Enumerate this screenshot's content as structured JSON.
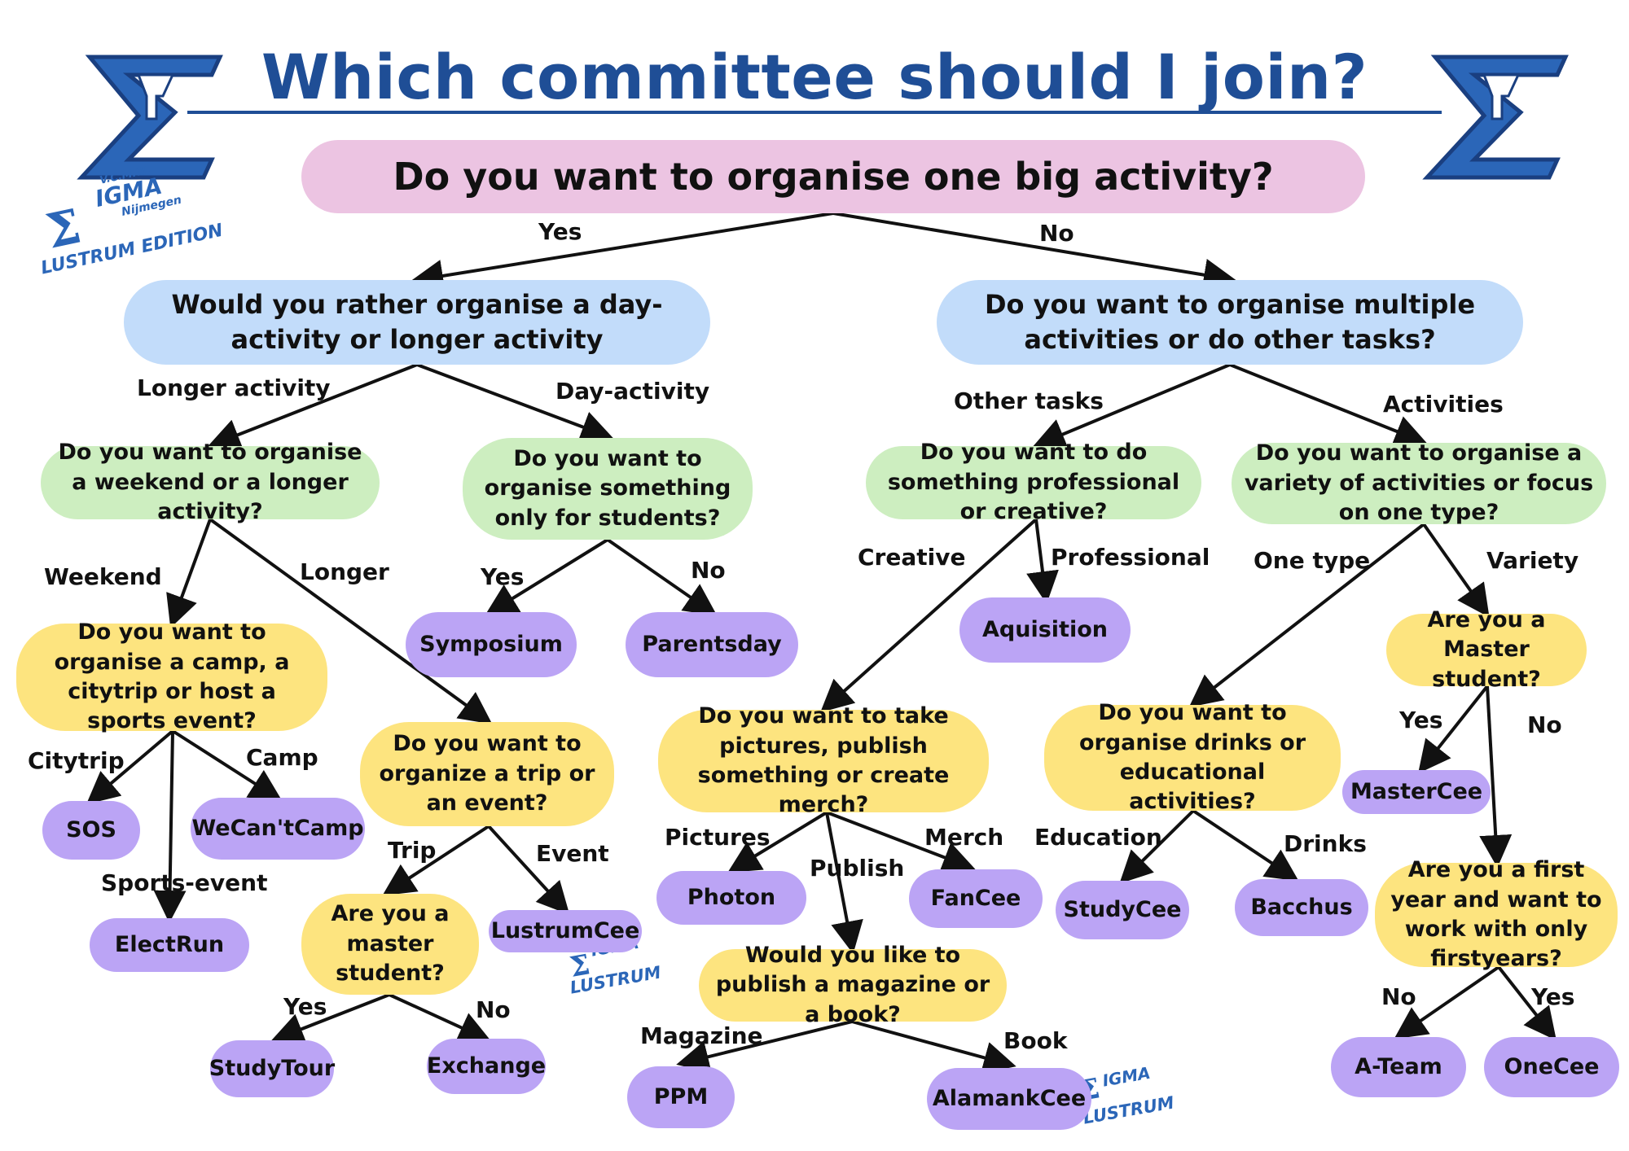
{
  "title": "Which committee should I join?",
  "colors": {
    "title": "#1f4e96",
    "logo_blue": "#2b66b8",
    "logo_dark": "#1a3f80",
    "pink": "#ecc4e2",
    "blue": "#c2dcfa",
    "green": "#cdeec0",
    "yellow": "#fde47f",
    "purple": "#bba4f5",
    "line": "#111111"
  },
  "logos": {
    "small": [
      "V.C.M.W.",
      "IGMA",
      "Nijmegen",
      "LUSTRUM EDITION"
    ],
    "badge": [
      "IGMA",
      "LUSTRUM"
    ]
  },
  "nodes": {
    "root": "Do you want to organise one big activity?",
    "q_day_or_longer": "Would you rather organise a day-activity or longer activity",
    "q_multiple_or_tasks": "Do you want to organise multiple activities or do other tasks?",
    "q_weekend_or_longer": "Do you  want to organise a weekend or a longer activity?",
    "q_only_students": "Do you want to organise something only for students?",
    "q_professional_creative": "Do you want to do something professional or creative?",
    "q_variety_or_one": "Do you want to organise a variety of activities or focus on one type?",
    "q_camp_trip_sports": "Do you want to organise a camp, a citytrip or host a sports event?",
    "q_trip_or_event": "Do you want to organize a trip or an event?",
    "q_pictures_publish_merch": "Do you want to take pictures, publish something or create merch?",
    "q_drinks_education": "Do you want to organise drinks or educational activities?",
    "q_master_right": "Are you a Master student?",
    "q_master_left": "Are you a master student?",
    "q_magazine_book": "Would you like to publish a magazine or a book?",
    "q_first_year": "Are you a first year and want to work with only firstyears?",
    "symposium": "Symposium",
    "parentsday": "Parentsday",
    "aquisition": "Aquisition",
    "mastercee": "MasterCee",
    "sos": "SOS",
    "wecantcamp": "WeCan'tCamp",
    "electrun": "ElectRun",
    "lustrumcee": "LustrumCee",
    "studytour": "StudyTour",
    "exchange": "Exchange",
    "photon": "Photon",
    "fancee": "FanCee",
    "studycee": "StudyCee",
    "bacchus": "Bacchus",
    "ppm": "PPM",
    "alamankcee": "AlamankCee",
    "ateam": "A-Team",
    "onecee": "OneCee"
  },
  "edge_labels": {
    "root_yes": "Yes",
    "root_no": "No",
    "longer_activity": "Longer activity",
    "day_activity": "Day-activity",
    "other_tasks": "Other tasks",
    "activities": "Activities",
    "weekend": "Weekend",
    "longer": "Longer",
    "students_yes": "Yes",
    "students_no": "No",
    "creative": "Creative",
    "professional": "Professional",
    "one_type": "One type",
    "variety": "Variety",
    "citytrip": "Citytrip",
    "camp": "Camp",
    "sports_event": "Sports-event",
    "trip": "Trip",
    "event": "Event",
    "pictures": "Pictures",
    "merch": "Merch",
    "publish": "Publish",
    "education": "Education",
    "drinks": "Drinks",
    "master_right_yes": "Yes",
    "master_right_no": "No",
    "master_left_yes": "Yes",
    "master_left_no": "No",
    "magazine": "Magazine",
    "book": "Book",
    "first_year_no": "No",
    "first_year_yes": "Yes"
  }
}
